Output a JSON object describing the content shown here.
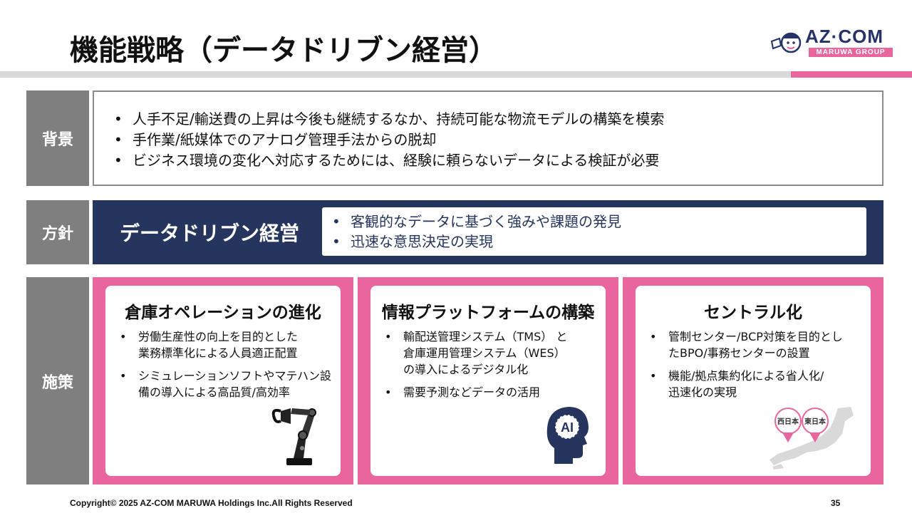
{
  "header": {
    "title": "機能戦略（データドリブン経営）",
    "logo_main": "AZ·COM",
    "logo_sub": "MARUWA GROUP"
  },
  "labels": {
    "background": "背景",
    "policy": "方針",
    "measures": "施策"
  },
  "background": {
    "items": [
      "人手不足/輸送費の上昇は今後も継続するなか、持続可能な物流モデルの構築を模索",
      "手作業/紙媒体でのアナログ管理手法からの脱却",
      "ビジネス環境の変化へ対応するためには、経験に頼らないデータによる検証が必要"
    ]
  },
  "policy": {
    "title": "データドリブン経営",
    "items": [
      "客観的なデータに基づく強みや課題の発見",
      "迅速な意思決定の実現"
    ]
  },
  "measures": [
    {
      "title": "倉庫オペレーションの進化",
      "items": [
        [
          "労働生産性の向上を目的とした",
          "業務標準化による人員適正配置"
        ],
        [
          "シミュレーションソフトやマテハン設",
          "備の導入による高品質/高効率"
        ]
      ],
      "icon": "robot-arm-icon"
    },
    {
      "title": "情報プラットフォームの構築",
      "items": [
        [
          "輸配送管理システム（TMS） と",
          "倉庫運用管理システム（WES）",
          "の導入によるデジタル化"
        ],
        [
          "需要予測などデータの活用"
        ]
      ],
      "icon": "ai-head-icon",
      "icon_text": "AI"
    },
    {
      "title": "セントラル化",
      "items": [
        [
          "管制センター/BCP対策を目的とし",
          "たBPO/事務センターの設置"
        ],
        [
          "機能/拠点集約化による省人化/",
          "迅速化の実現"
        ]
      ],
      "icon": "japan-map-icon",
      "pins": [
        "西日本",
        "東日本"
      ]
    }
  ],
  "footer": {
    "copyright": "Copyright© 2025 AZ-COM MARUWA Holdings Inc.All Rights Reserved",
    "page": "35"
  },
  "colors": {
    "navy": "#25355e",
    "pink": "#e8669d",
    "grey": "#7f7f7f"
  }
}
